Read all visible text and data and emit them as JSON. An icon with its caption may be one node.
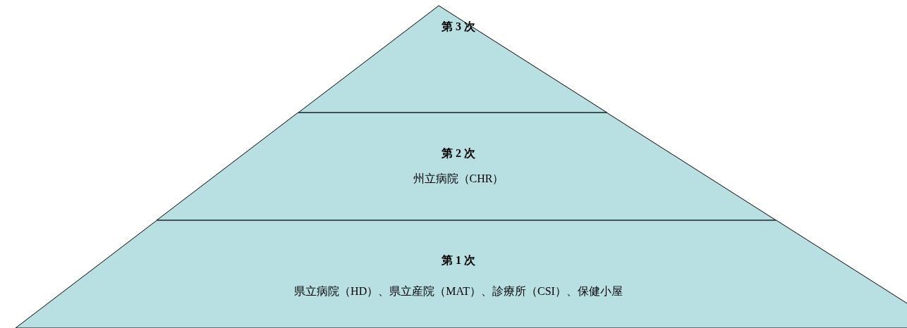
{
  "diagram": {
    "nodes": [
      {
        "text": [
          "第 3 次"
        ]
      },
      {
        "text": [
          "第 2 次",
          "州立病院（CHR）"
        ]
      },
      {
        "text": [
          "第 1 次",
          "県立病院（HD）、県立産院（MAT）、診療所（CSI）、保健小屋"
        ]
      }
    ]
  }
}
